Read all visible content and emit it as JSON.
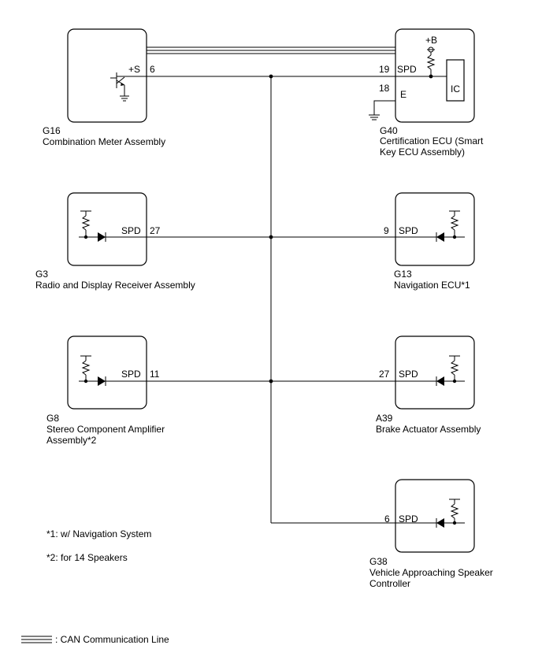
{
  "components": {
    "g16": {
      "code": "G16",
      "name": "Combination Meter Assembly",
      "pin_label": "+S",
      "pin": "6"
    },
    "g40": {
      "code": "G40",
      "name_line1": "Certification ECU (Smart",
      "name_line2": "Key ECU Assembly)",
      "supply_label": "+B",
      "ic_label": "IC",
      "pin_spd_label": "SPD",
      "pin_spd": "19",
      "pin_e_label": "E",
      "pin_e": "18"
    },
    "g3": {
      "code": "G3",
      "name": "Radio and Display Receiver Assembly",
      "pin_label": "SPD",
      "pin": "27"
    },
    "g13": {
      "code": "G13",
      "name": "Navigation ECU*1",
      "pin_label": "SPD",
      "pin": "9"
    },
    "g8": {
      "code": "G8",
      "name_line1": "Stereo Component Amplifier",
      "name_line2": "Assembly*2",
      "pin_label": "SPD",
      "pin": "11"
    },
    "a39": {
      "code": "A39",
      "name": "Brake Actuator Assembly",
      "pin_label": "SPD",
      "pin": "27"
    },
    "g38": {
      "code": "G38",
      "name_line1": "Vehicle Approaching Speaker",
      "name_line2": "Controller",
      "pin_label": "SPD",
      "pin": "6"
    }
  },
  "notes": {
    "note1": "*1: w/ Navigation System",
    "note2": "*2: for 14 Speakers"
  },
  "legend": {
    "can_line": ": CAN Communication Line"
  }
}
